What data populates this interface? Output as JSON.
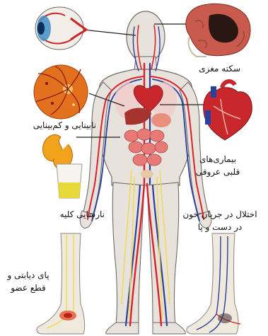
{
  "labels": {
    "stroke": "سکته مغزی",
    "blindness": "نابینایی و کم‌بینایی",
    "heart_line1": "بیماری‌های",
    "heart_line2": "قلبی عروقی",
    "kidney": "نارسایی کلیه",
    "circulation_line1": "اختلال در جریان خون",
    "circulation_line2": "در دست و پا",
    "foot_line1": "پای دیابتی و",
    "foot_line2": "قطع عضو"
  },
  "colors": {
    "skin": "#e7e2dc",
    "outline": "#6f6a66",
    "artery": "#d8232a",
    "vein": "#2b3f9c",
    "nerve": "#f0d95a",
    "heart": "#c8282c",
    "brain": "#c85b4e",
    "retina": "#e2701d",
    "kidney": "#f3a21b",
    "gut": "#e77a77",
    "connector": "#222222"
  }
}
